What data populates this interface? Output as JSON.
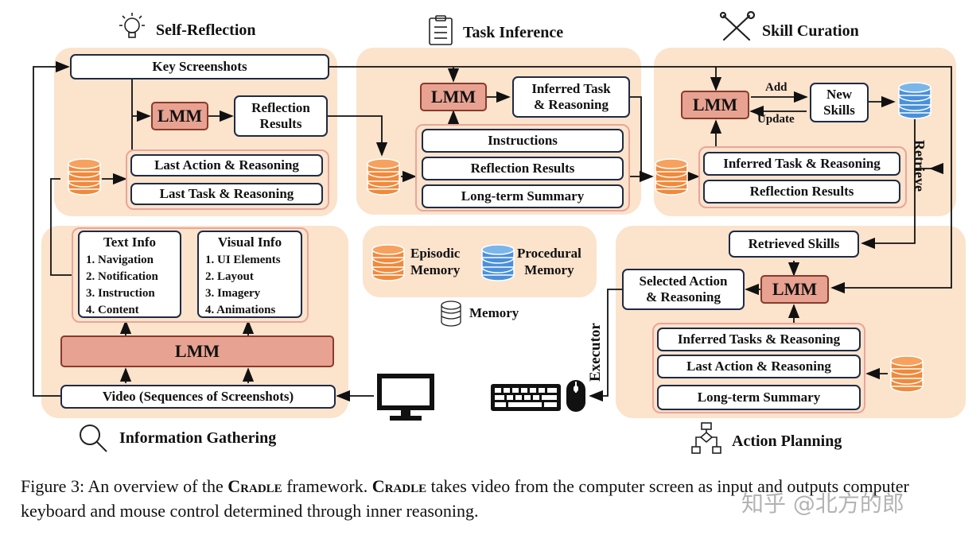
{
  "sections": {
    "self_reflection": "Self-Reflection",
    "task_inference": "Task Inference",
    "skill_curation": "Skill Curation",
    "information_gathering": "Information Gathering",
    "action_planning": "Action Planning",
    "memory": "Memory"
  },
  "self_reflection": {
    "key_screenshots": "Key Screenshots",
    "lmm": "LMM",
    "reflection_results_l1": "Reflection",
    "reflection_results_l2": "Results",
    "last_action": "Last Action & Reasoning",
    "last_task": "Last Task & Reasoning"
  },
  "task_inference": {
    "lmm": "LMM",
    "inferred_l1": "Inferred Task",
    "inferred_l2": "& Reasoning",
    "instructions": "Instructions",
    "reflection_results": "Reflection Results",
    "long_term_summary": "Long-term Summary"
  },
  "skill_curation": {
    "lmm": "LMM",
    "add": "Add",
    "update": "Update",
    "new_skills_l1": "New",
    "new_skills_l2": "Skills",
    "inferred": "Inferred Task & Reasoning",
    "reflection_results": "Reflection Results",
    "retrieve": "Retrieve"
  },
  "memory_legend": {
    "episodic_l1": "Episodic",
    "episodic_l2": "Memory",
    "procedural_l1": "Procedural",
    "procedural_l2": "Memory"
  },
  "information_gathering": {
    "text_info": {
      "title": "Text Info",
      "items": [
        "1. Navigation",
        "2. Notification",
        "3. Instruction",
        "4. Content"
      ]
    },
    "visual_info": {
      "title": "Visual Info",
      "items": [
        "1. UI Elements",
        "2. Layout",
        "3. Imagery",
        "4. Animations"
      ]
    },
    "lmm": "LMM",
    "video": "Video (Sequences of Screenshots)"
  },
  "action_planning": {
    "retrieved_skills": "Retrieved Skills",
    "selected_l1": "Selected Action",
    "selected_l2": "& Reasoning",
    "lmm": "LMM",
    "inferred_tasks": "Inferred Tasks & Reasoning",
    "last_action": "Last Action & Reasoning",
    "long_term_summary": "Long-term Summary"
  },
  "executor": "Executor",
  "caption": {
    "fig": "Figure 3: An overview of the ",
    "cradle1": "Cradle",
    "mid": " framework. ",
    "cradle2": "Cradle",
    "rest": " takes video from the computer screen as input and outputs computer keyboard and mouse control determined through inner reasoning."
  },
  "watermark": "知乎 @北方的郎",
  "colors": {
    "panel": "#fbe3cc",
    "lmm": "#e8a291",
    "border": "#1f2a44",
    "episodic": "#f08a3c",
    "procedural": "#4a90d9"
  }
}
